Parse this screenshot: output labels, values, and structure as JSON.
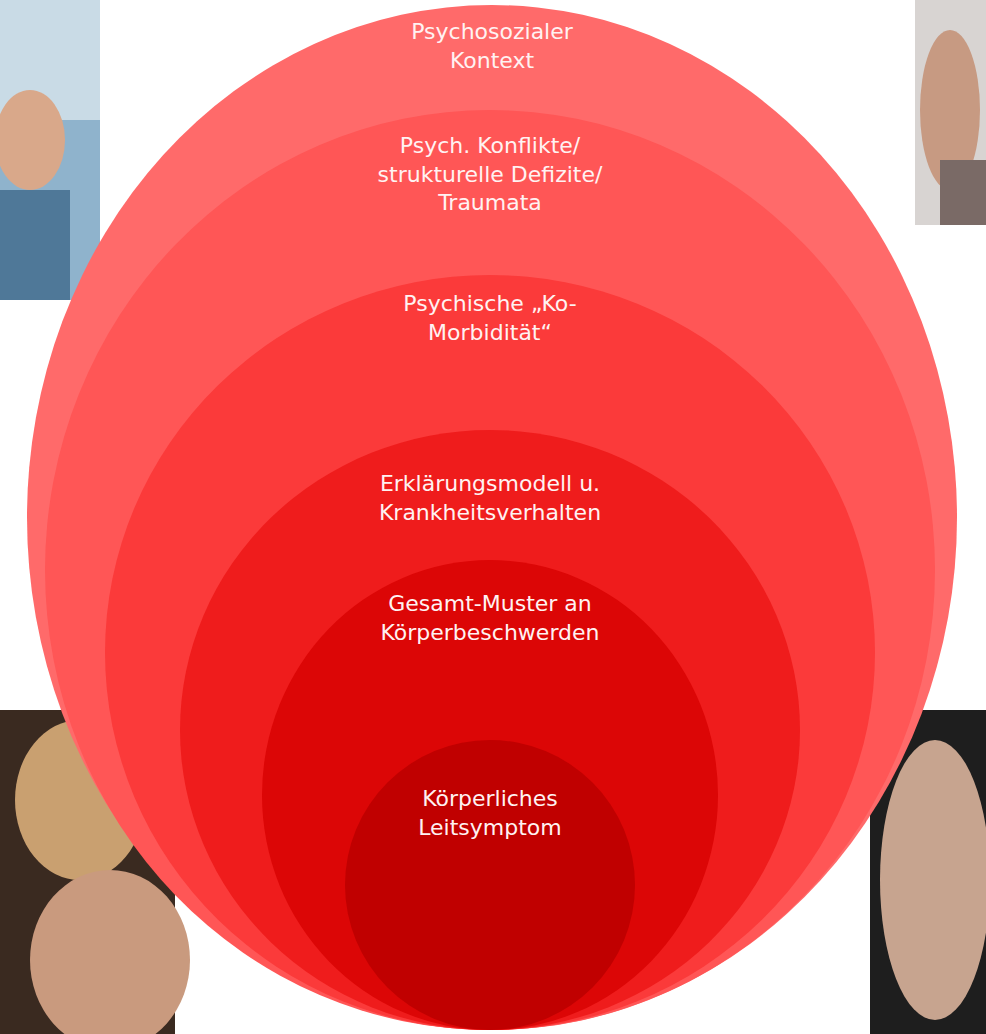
{
  "diagram": {
    "nodes": [
      {
        "text": [
          "Psychosozialer Kontext"
        ]
      },
      {
        "text": [
          "Psych. Konflikte/ strukturelle Defizite/ Traumata"
        ],
        "in": 0
      },
      {
        "text": [
          "Psychische „Ko-Morbidität“"
        ],
        "in": 1
      },
      {
        "text": [
          "Erklärungsmodell u. Krankheitsverhalten"
        ],
        "in": 2
      },
      {
        "text": [
          "Gesamt-Muster an Körperbeschwerden"
        ],
        "in": 3
      },
      {
        "text": [
          "Körperliches Leitsymptom"
        ],
        "in": 4
      }
    ]
  }
}
